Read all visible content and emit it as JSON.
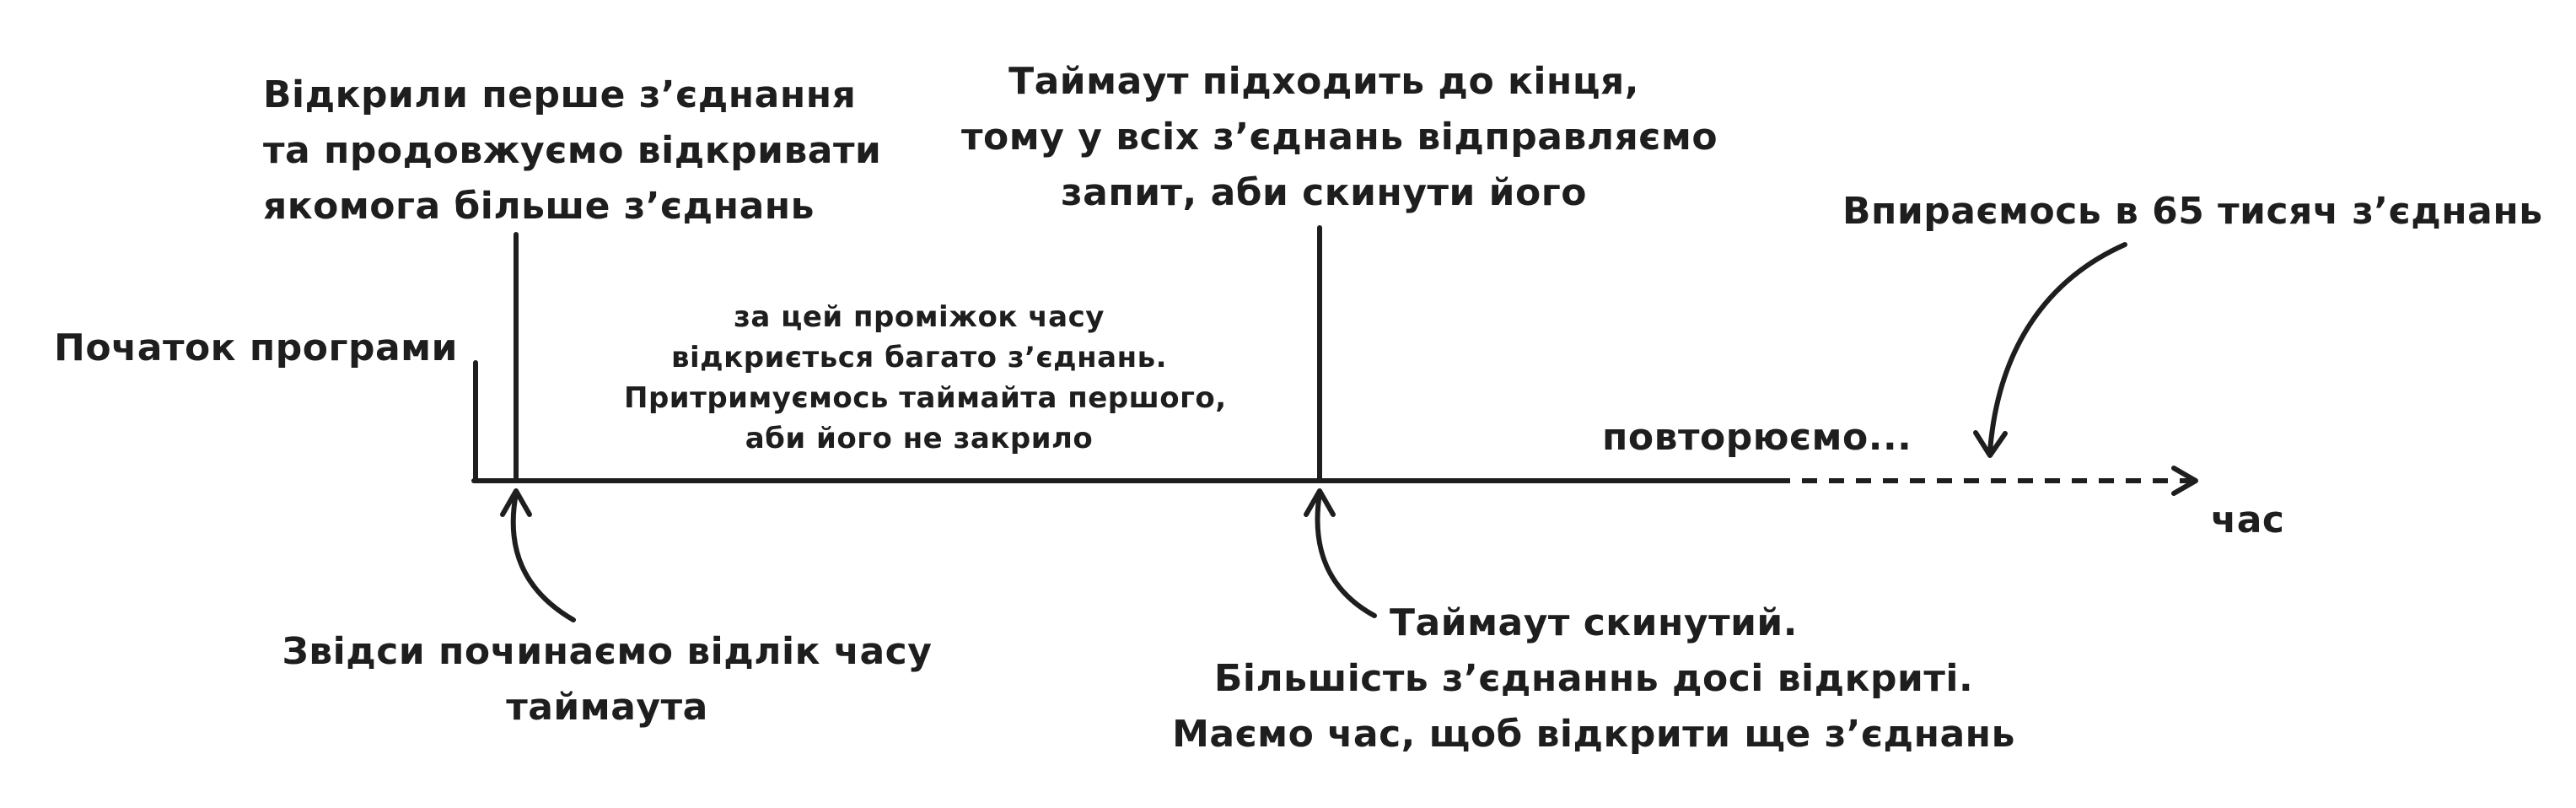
{
  "labels": {
    "program_start": "Початок програми",
    "first_connection": [
      "Відкрили перше з’єднання",
      "та продовжуємо відкривати",
      "якомога більше з’єднань"
    ],
    "timeout_ending": [
      "Таймаут підходить до кінця,",
      "тому у всіх з’єднань відправляємо",
      "запит, аби скинути його"
    ],
    "limit_reached": "Впираємось в 65 тисяч з’єднань",
    "interval_note": [
      "за цей проміжок часу",
      "відкриється багато з’єднань.",
      "Притримуємось таймайта першого,",
      "аби його не закрило"
    ],
    "repeat": "повторюємо...",
    "time_axis": "час",
    "timeout_start": [
      "Звідси починаємо відлік часу",
      "таймаута"
    ],
    "timeout_reset": [
      "Таймаут скинутий.",
      "Більшість з’єднаннь досі відкриті.",
      "Маємо час, щоб відкрити ще з’єднань"
    ]
  },
  "colors": {
    "stroke": "#1e1e1e",
    "background": "#ffffff"
  },
  "icons": {
    "axis_arrow": "arrow-right-icon",
    "pointer_arrows": "curved-arrow-icon"
  }
}
